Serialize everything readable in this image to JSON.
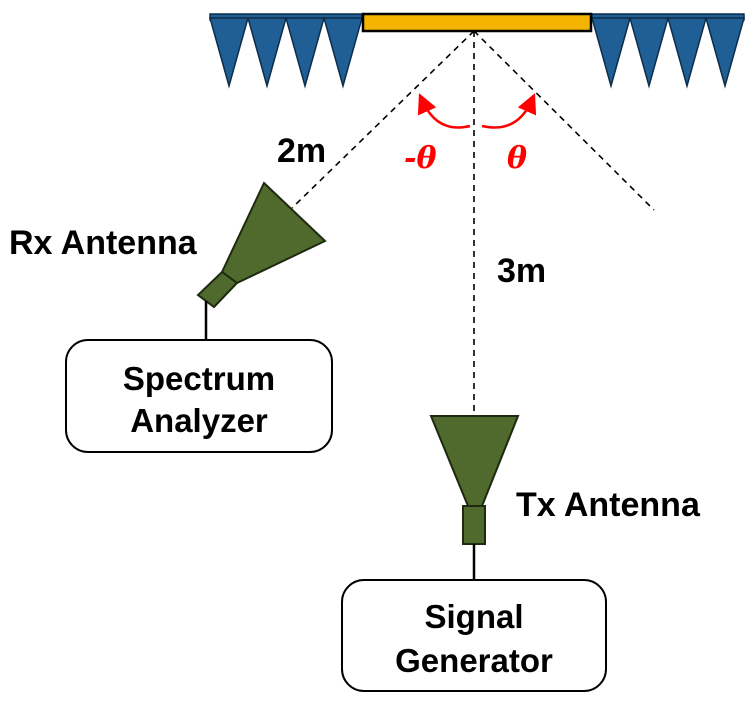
{
  "labels": {
    "rx_antenna": "Rx Antenna",
    "tx_antenna": "Tx Antenna",
    "dist_rx": "2m",
    "dist_tx": "3m",
    "neg_theta": "-θ",
    "pos_theta": "θ"
  },
  "boxes": {
    "spectrum_analyzer": {
      "line1": "Spectrum",
      "line2": "Analyzer"
    },
    "signal_generator": {
      "line1": "Signal",
      "line2": "Generator"
    }
  },
  "colors": {
    "absorber": "#1f5f95",
    "absorber_stroke": "#0d2d4a",
    "sample": "#f5b400",
    "antenna": "#4f6a2c",
    "antenna_stroke": "#1e2a10",
    "angle": "#ff0000",
    "line": "#000000"
  }
}
